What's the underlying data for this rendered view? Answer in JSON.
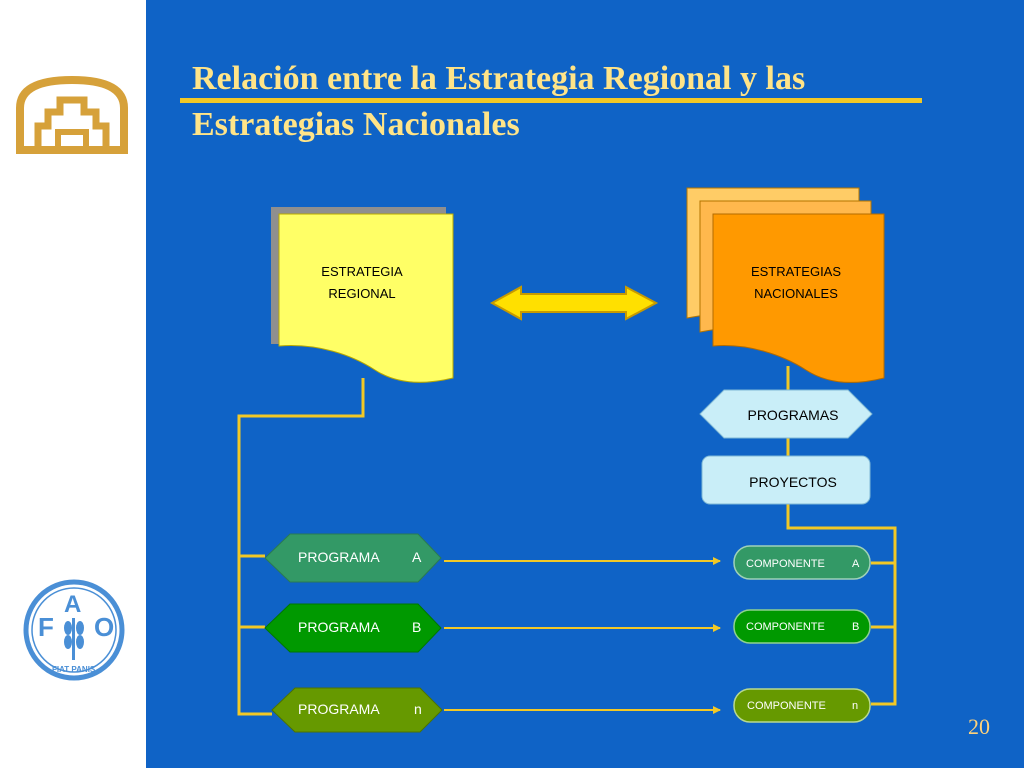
{
  "slide": {
    "title_line1": "Relación entre la Estrategia Regional y las",
    "title_line2": "Estrategias Nacionales",
    "page_number": "20"
  },
  "logos": {
    "top_logo_icon": "andean-stepped-arch-logo",
    "fao": {
      "letters": [
        "F",
        "A",
        "O"
      ],
      "motto": "FIAT PANIS",
      "icon": "wheat-ear-icon"
    }
  },
  "diagram": {
    "estrategia_regional": [
      "ESTRATEGIA",
      "REGIONAL"
    ],
    "estrategias_nacionales": [
      "ESTRATEGIAS",
      "NACIONALES"
    ],
    "programas": "PROGRAMAS",
    "proyectos": "PROYECTOS",
    "programas_list": [
      {
        "name": "PROGRAMA",
        "id": "A"
      },
      {
        "name": "PROGRAMA",
        "id": "B"
      },
      {
        "name": "PROGRAMA",
        "id": "n"
      }
    ],
    "componentes_list": [
      {
        "name": "COMPONENTE",
        "id": "A"
      },
      {
        "name": "COMPONENTE",
        "id": "B"
      },
      {
        "name": "COMPONENTE",
        "id": "n"
      }
    ]
  },
  "colors": {
    "background": "#0f63c6",
    "title": "#ffe488",
    "connector": "#f2c826",
    "regional_doc": "#ffff66",
    "national_doc": "#ff9900",
    "programa_a": "#339966",
    "programa_b": "#009900",
    "programa_n": "#669900",
    "box_light": "#c9eef8"
  }
}
